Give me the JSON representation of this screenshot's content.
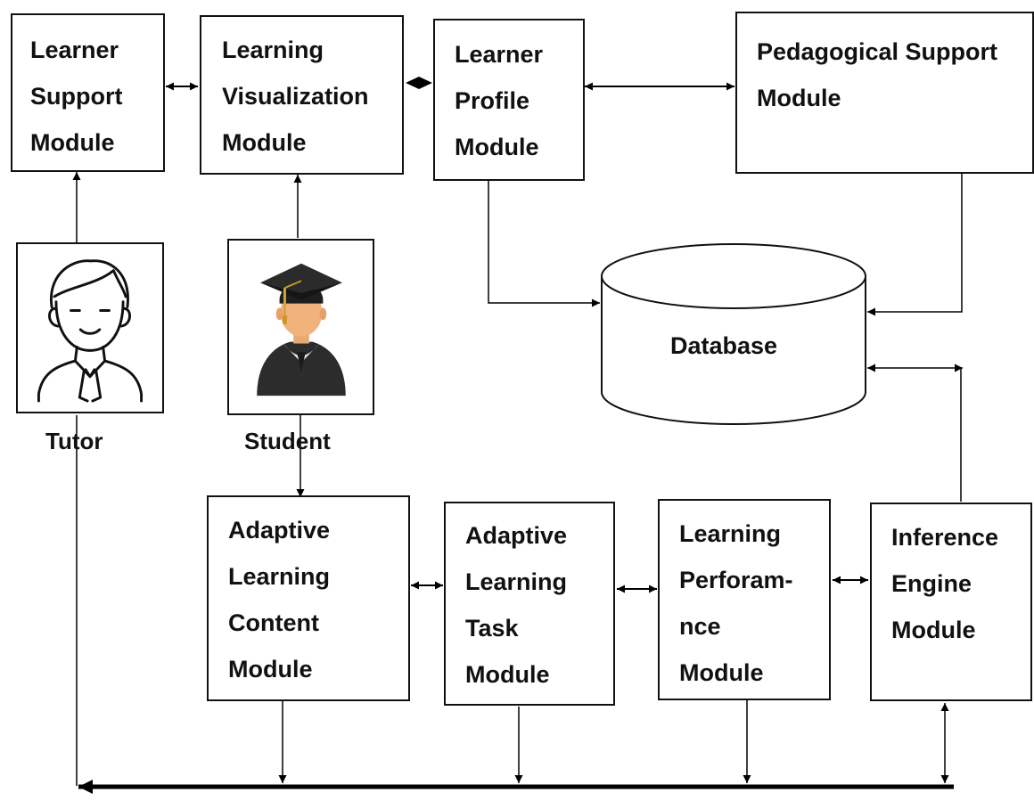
{
  "modules": {
    "learner_support": "Learner\nSupport\nModule",
    "learning_visualization": "Learning\nVisualization\nModule",
    "learner_profile": "Learner\nProfile\nModule",
    "pedagogical_support": "Pedagogical Support\nModule",
    "adaptive_content": "Adaptive\nLearning\nContent\nModule",
    "adaptive_task": "Adaptive\nLearning\nTask\nModule",
    "learning_performance": "Learning\nPerforam-\nnce\nModule",
    "inference_engine": "Inference\nEngine\nModule"
  },
  "database": "Database",
  "actors": {
    "tutor": "Tutor",
    "student": "Student"
  },
  "actor_icons": {
    "tutor": "tutor-icon",
    "student": "graduate-student-icon"
  }
}
